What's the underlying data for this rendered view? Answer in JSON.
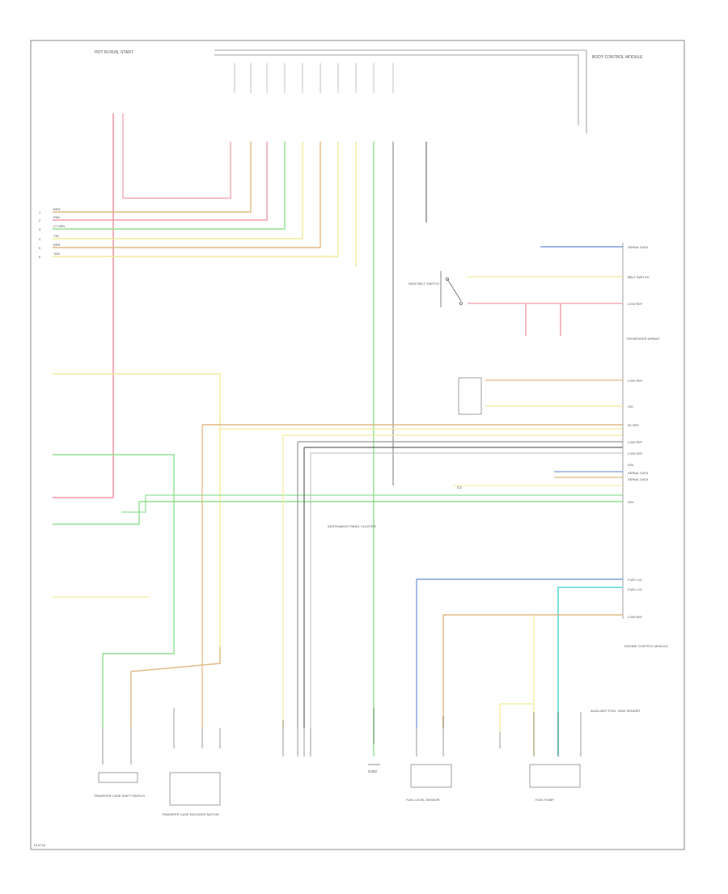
{
  "top_left_label": "HOT IN RUN, START",
  "top_right_label": "BODY CONTROL MODULE",
  "ground_label": "G302",
  "connector_label": "C2",
  "footer_code": "E16718",
  "colors": {
    "pink": "#f29aa8",
    "orange": "#e0b880",
    "yellow": "#f2ea9a",
    "green": "#90e090",
    "blue": "#7f9edc",
    "cyan": "#5ad8d8",
    "gray": "#9a9a9a",
    "black": "#404040",
    "wire_black": "#444444",
    "frame": "#888888"
  },
  "left_wires": [
    {
      "pin": "1",
      "label": "BRN"
    },
    {
      "pin": "2",
      "label": "PNK"
    },
    {
      "pin": "3",
      "label": "LT GRN"
    },
    {
      "pin": "4",
      "label": "YEL"
    },
    {
      "pin": "5",
      "label": "BRN"
    },
    {
      "pin": "6",
      "label": "TAN"
    }
  ],
  "right_signals": [
    {
      "label": "SERIAL DATA"
    },
    {
      "label": "BELT SWITCH"
    },
    {
      "label": "LOW REF"
    },
    {
      "label": "LOW REF"
    },
    {
      "label": "SIG"
    },
    {
      "label": "5V REF"
    },
    {
      "label": "LOW REF"
    },
    {
      "label": "LOW REF"
    },
    {
      "label": "IGN"
    },
    {
      "label": "SERIAL DATA"
    },
    {
      "label": "SERIAL DATA"
    },
    {
      "label": "IGN"
    },
    {
      "label": "FUEL LVL"
    },
    {
      "label": "FUEL LVL"
    },
    {
      "label": "LOW REF"
    }
  ],
  "components": [
    {
      "label": "TRANSFER CASE SHIFT SWITCH"
    },
    {
      "label": "TRANSFER CASE ENCODER MOTOR"
    },
    {
      "label": "SEAT BELT SWITCH"
    },
    {
      "label": "INSTRUMENT PANEL CLUSTER"
    },
    {
      "label": "FUEL LEVEL SENSOR"
    },
    {
      "label": "FUEL PUMP"
    },
    {
      "label": "ENGINE CONTROL MODULE"
    },
    {
      "label": "AUXILIARY FUEL TANK SENDER"
    },
    {
      "label": "PASSENGER AIRBAG"
    }
  ]
}
